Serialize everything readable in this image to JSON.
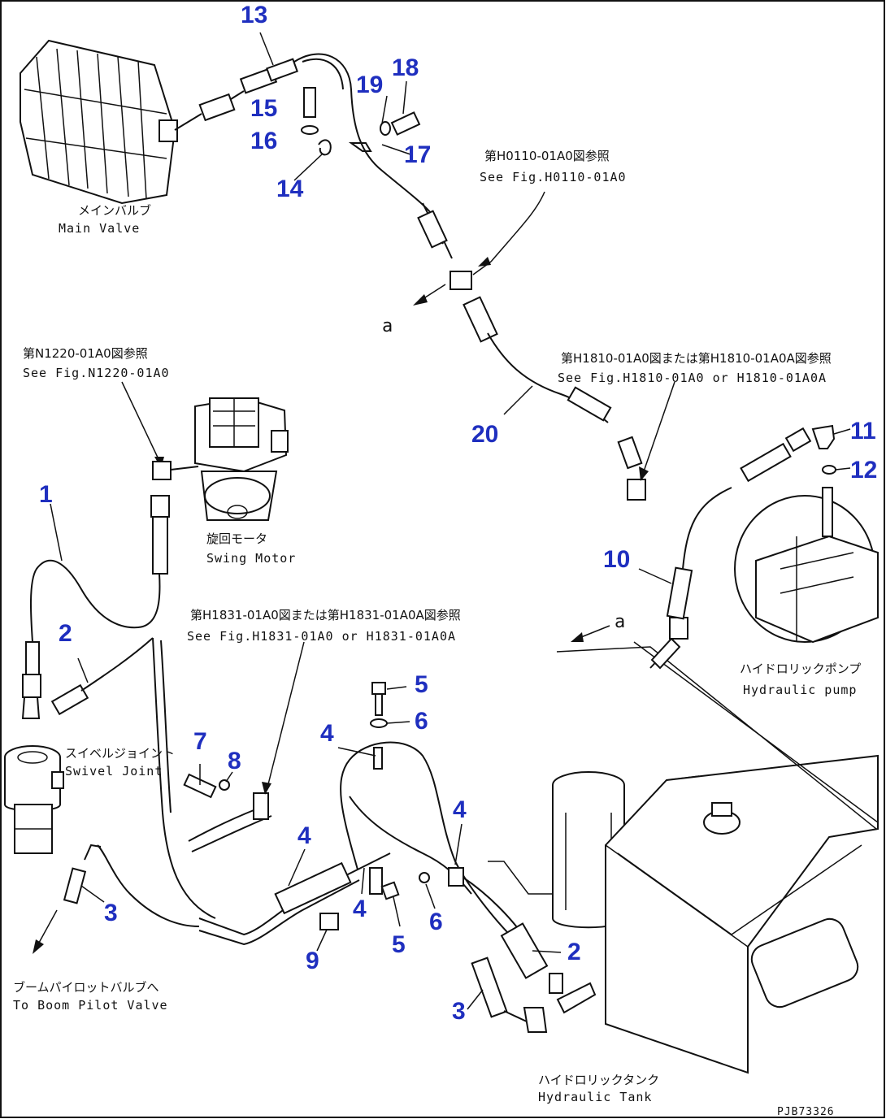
{
  "item_numbers": {
    "n1": "1",
    "n2a": "2",
    "n2b": "2",
    "n3a": "3",
    "n3b": "3",
    "n4a": "4",
    "n4b": "4",
    "n4c": "4",
    "n4d": "4",
    "n5a": "5",
    "n5b": "5",
    "n6a": "6",
    "n6b": "6",
    "n7": "7",
    "n8": "8",
    "n9": "9",
    "n10": "10",
    "n11": "11",
    "n12": "12",
    "n13": "13",
    "n14": "14",
    "n15": "15",
    "n16": "16",
    "n17": "17",
    "n18": "18",
    "n19": "19",
    "n20": "20"
  },
  "labels": {
    "main_valve_jp": "メインバルブ",
    "main_valve_en": "Main Valve",
    "ref_h0110_jp": "第H0110-01A0図参照",
    "ref_h0110_en": "See Fig.H0110-01A0",
    "ref_n1220_jp": "第N1220-01A0図参照",
    "ref_n1220_en": "See Fig.N1220-01A0",
    "ref_h1810_jp": "第H1810-01A0図または第H1810-01A0A図参照",
    "ref_h1810_en": "See Fig.H1810-01A0 or H1810-01A0A",
    "swing_motor_jp": "旋回モータ",
    "swing_motor_en": "Swing Motor",
    "ref_h1831_jp": "第H1831-01A0図または第H1831-01A0A図参照",
    "ref_h1831_en": "See Fig.H1831-01A0 or H1831-01A0A",
    "swivel_joint_jp": "スイベルジョイント",
    "swivel_joint_en": "Swivel Joint",
    "boom_pilot_jp": "ブームパイロットバルブへ",
    "boom_pilot_en": "To Boom Pilot Valve",
    "hydraulic_pump_jp": "ハイドロリックポンプ",
    "hydraulic_pump_en": "Hydraulic pump",
    "hydraulic_tank_jp": "ハイドロリックタンク",
    "hydraulic_tank_en": "Hydraulic Tank",
    "marker_a1": "a",
    "marker_a2": "a",
    "drawing_code": "PJB73326"
  }
}
